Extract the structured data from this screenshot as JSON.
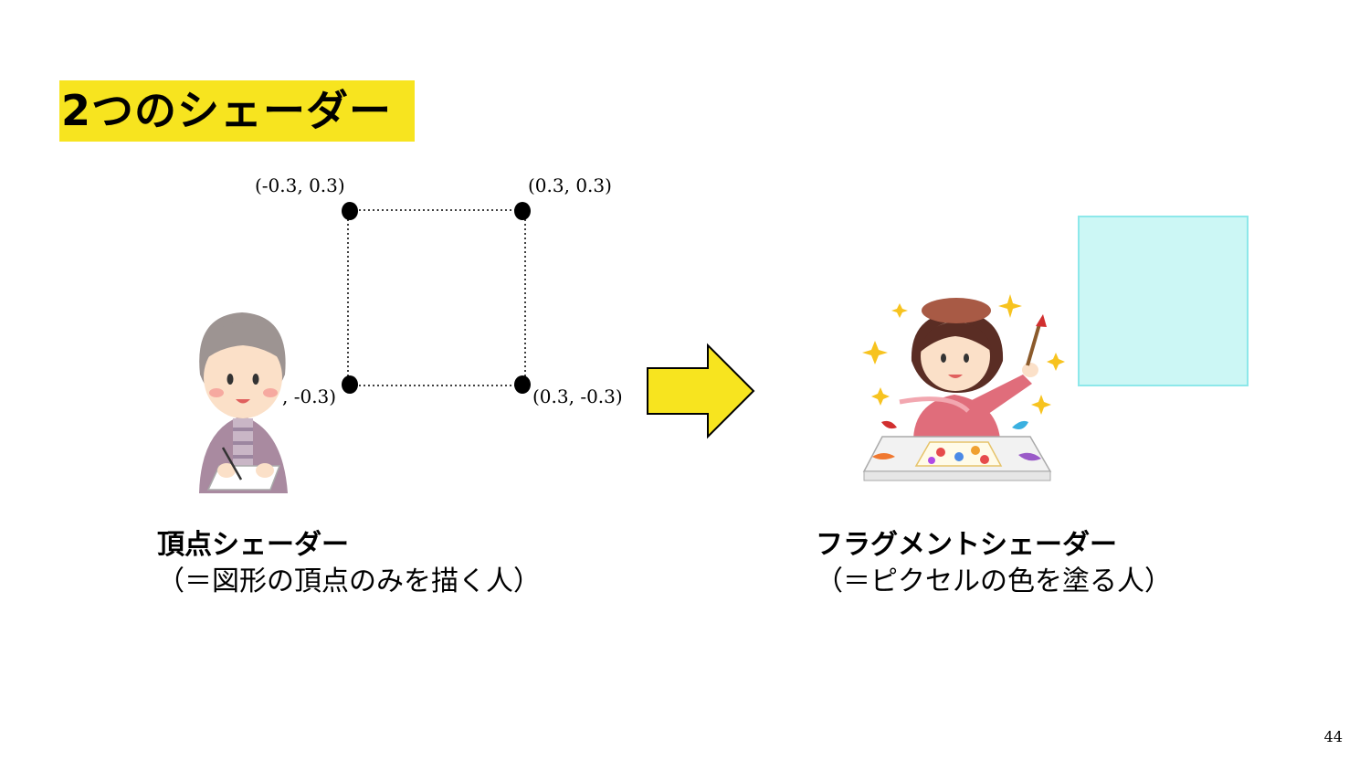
{
  "slide": {
    "title": "2つのシェーダー",
    "page_number": "44"
  },
  "vertices": {
    "top_left": "(-0.3, 0.3)",
    "top_right": "(0.3, 0.3)",
    "bottom_left": ", -0.3)",
    "bottom_right": "(0.3, -0.3)"
  },
  "vertex_shader": {
    "name": "頂点シェーダー",
    "description": "（＝図形の頂点のみを描く人）"
  },
  "fragment_shader": {
    "name": "フラグメントシェーダー",
    "description": "（＝ピクセルの色を塗る人）"
  },
  "colors": {
    "title_highlight": "#f7e41f",
    "arrow_fill": "#f7e41f",
    "filled_square": "#ccf7f5",
    "filled_square_border": "#8de8ea"
  },
  "icons": [
    "elderly-woman-drawing-illustration",
    "artist-girl-painting-illustration",
    "right-arrow-icon"
  ]
}
